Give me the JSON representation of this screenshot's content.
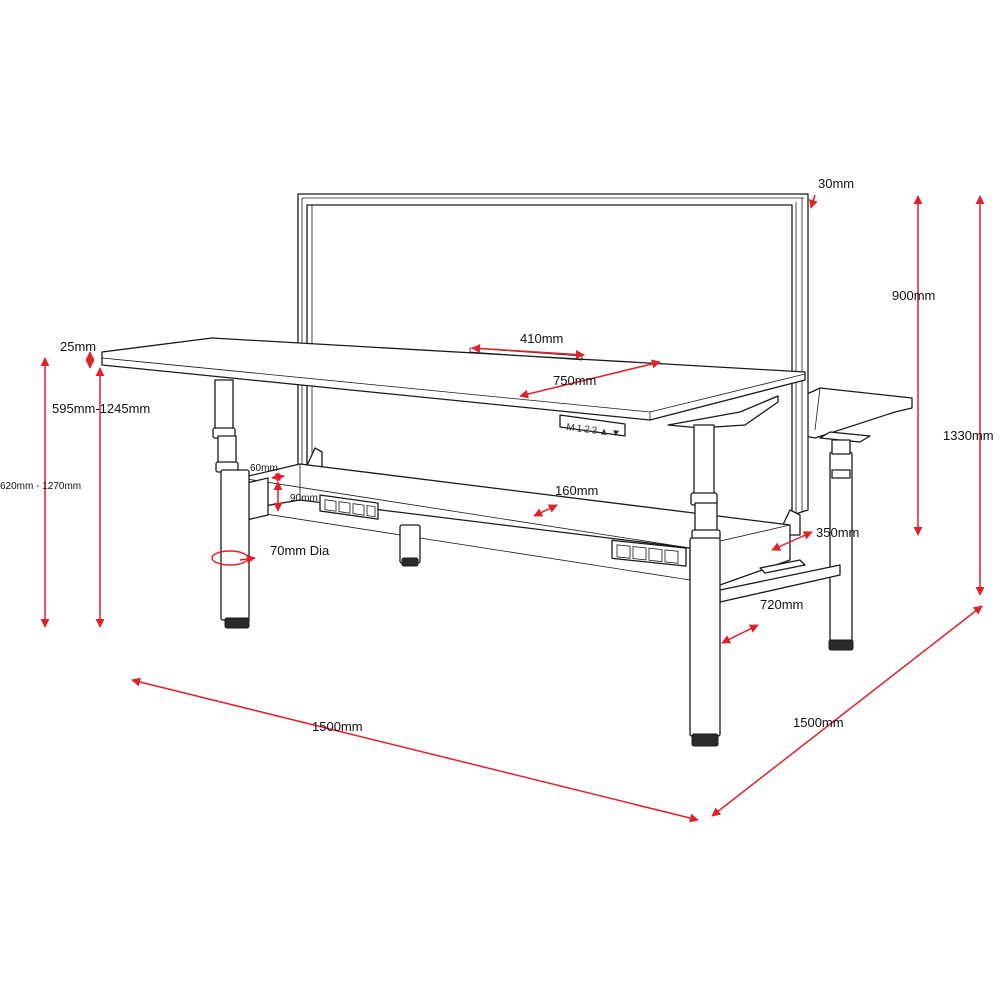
{
  "colors": {
    "dimension": "#e0202a",
    "outline": "#1a1a1a",
    "background": "#ffffff"
  },
  "control_panel": {
    "text": "M123▲▼"
  },
  "dimensions": {
    "screen_thickness": "30mm",
    "screen_height": "900mm",
    "overall_height": "1330mm",
    "top_thickness": "25mm",
    "top_height_range": "595mm-1245mm",
    "overall_height_range": "620mm - 1270mm",
    "grommet_width": "410mm",
    "desk_depth": "750mm",
    "beam_height_small": "60mm",
    "beam_height": "90mm",
    "leg_diameter": "70mm Dia",
    "beam_gap": "160mm",
    "leg_offset": "350mm",
    "foot_length": "720mm",
    "width_front": "1500mm",
    "width_side": "1500mm"
  }
}
